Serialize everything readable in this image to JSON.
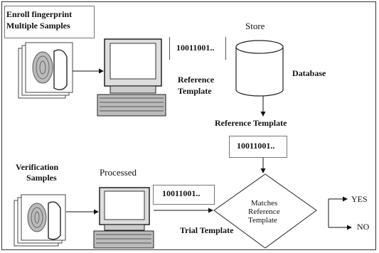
{
  "enroll": {
    "line1": "Enroll fingerprint",
    "line2": "Multiple Samples"
  },
  "store_label": "Store",
  "database_label": "Database",
  "reference_template_left": {
    "line1": "Reference",
    "line2": "Template"
  },
  "binary_top": "10011001..",
  "reference_template_label": "Reference Template",
  "binary_ref": "10011001..",
  "verification": {
    "line1": "Verification",
    "line2": "Samples"
  },
  "processed_label": "Processed",
  "binary_trial": "10011001..",
  "trial_template_label": "Trial Template",
  "decision": {
    "line1": "Matches",
    "line2": "Reference",
    "line3": "Template"
  },
  "yes_label": "YES",
  "no_label": "NO"
}
